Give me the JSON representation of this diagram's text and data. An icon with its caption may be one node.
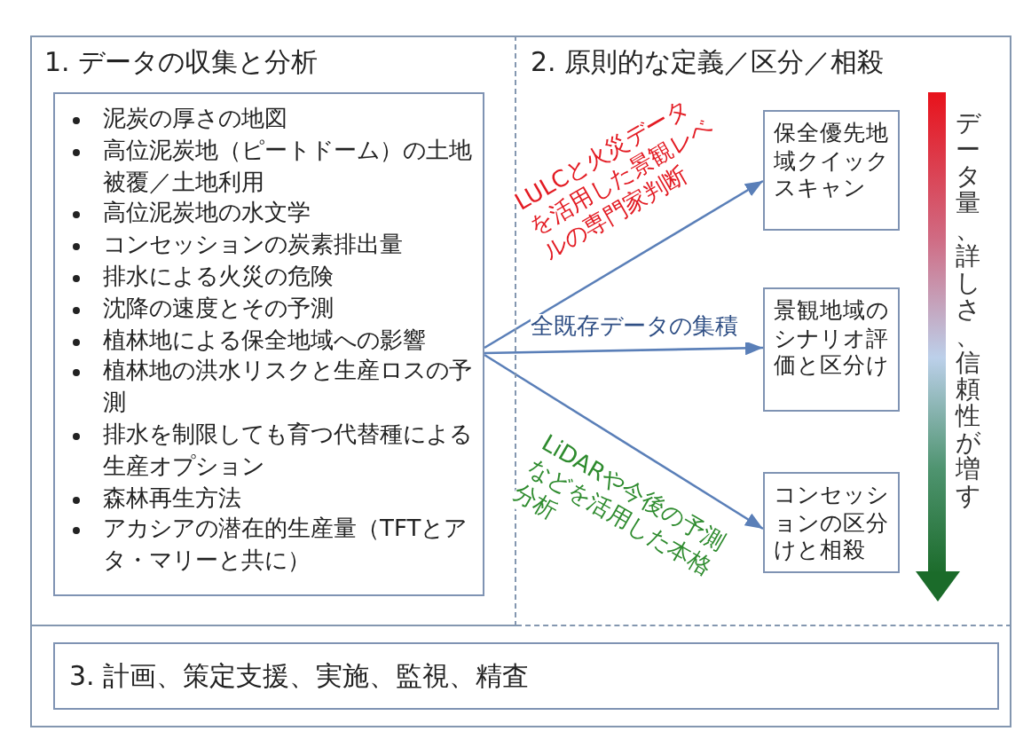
{
  "diagram": {
    "nodes": [
      {
        "text": [
          "1. データの収集と分析"
        ]
      },
      {
        "text": [
          "泥炭の厚さの地図",
          "高位泥炭地（ピートドーム）の土地被覆／土地利用",
          "高位泥炭地の水文学",
          "コンセッションの炭素排出量",
          "排水による火災の危険",
          "沈降の速度とその予測",
          "植林地による保全地域への影響",
          "植林地の洪水リスクと生産ロスの予測",
          "排水を制限しても育つ代替種による生産オプション",
          "森林再生方法",
          "アカシアの潜在的生産量（TFTとアタ・マリーと共に）"
        ],
        "in": 0
      },
      {
        "text": [
          "2. 原則的な定義／区分／相殺"
        ]
      },
      {
        "text": [
          "保全優先地域クイックスキャン"
        ],
        "in": 2
      },
      {
        "text": [
          "景観地域のシナリオ評価と区分け"
        ],
        "in": 2
      },
      {
        "text": [
          "コンセッションの区分けと相殺"
        ],
        "in": 2
      },
      {
        "text": [
          "3. 計画、策定支援、実施、監視、精査"
        ]
      }
    ],
    "edges": [
      {
        "from": 1,
        "to": 3,
        "arrow": "to",
        "label": "LULCと火災データを活用した景観レベルの専門家判断"
      },
      {
        "from": 1,
        "to": 4,
        "arrow": "to",
        "label": "全既存データの集積"
      },
      {
        "from": 1,
        "to": 5,
        "arrow": "to",
        "label": "LiDARや今後の予測などを活用した本格分析"
      }
    ],
    "labels": [
      "データ量、詳しさ、信頼性が増す"
    ]
  }
}
